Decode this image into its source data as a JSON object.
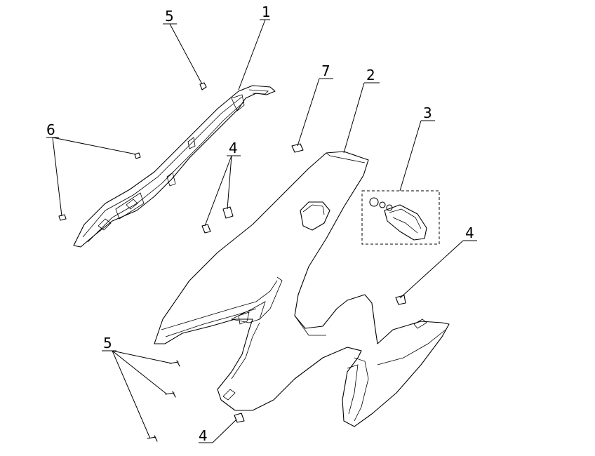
{
  "callouts": [
    {
      "id": "c1",
      "label": "1"
    },
    {
      "id": "c2",
      "label": "2"
    },
    {
      "id": "c3",
      "label": "3"
    },
    {
      "id": "c4a",
      "label": "4"
    },
    {
      "id": "c4b",
      "label": "4"
    },
    {
      "id": "c4c",
      "label": "4"
    },
    {
      "id": "c5a",
      "label": "5"
    },
    {
      "id": "c5b",
      "label": "5"
    },
    {
      "id": "c6",
      "label": "6"
    },
    {
      "id": "c7",
      "label": "7"
    }
  ]
}
